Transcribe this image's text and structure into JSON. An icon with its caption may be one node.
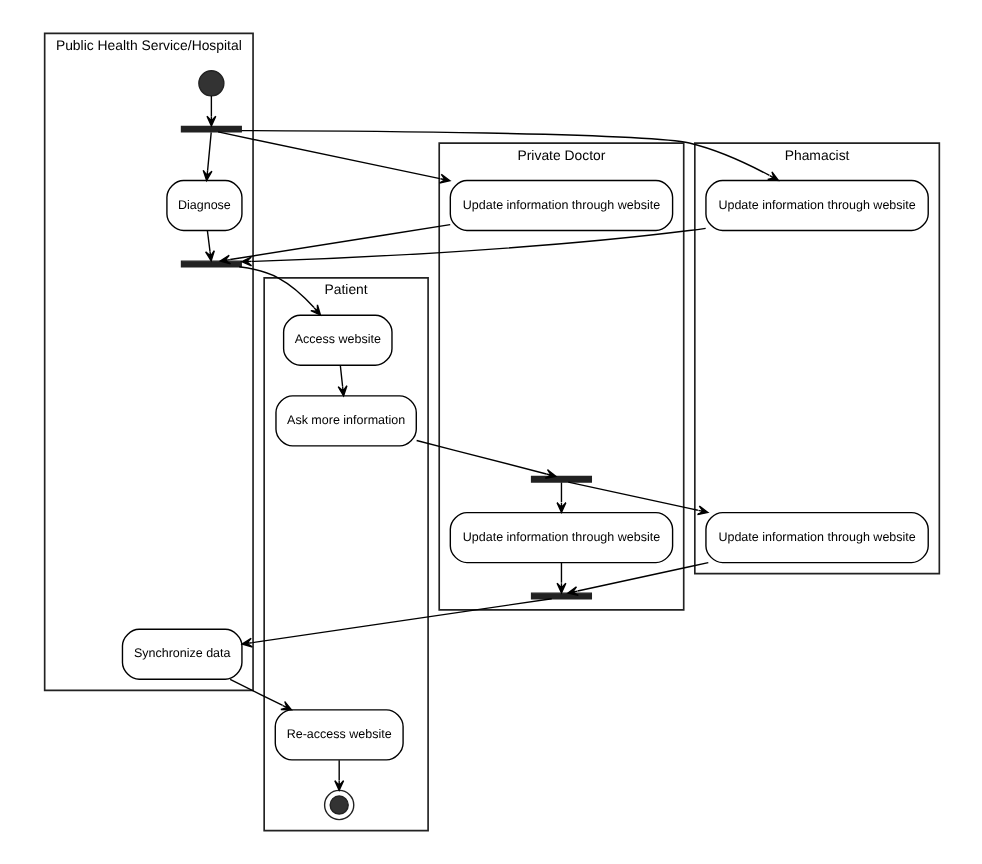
{
  "diagram": {
    "nodes": [
      {
        "text": [
          "Public Health Service/Hospital"
        ]
      },
      {
        "text": [
          "Private Doctor"
        ]
      },
      {
        "text": [
          "Phamacist"
        ]
      },
      {
        "text": [
          "Patient"
        ]
      },
      {
        "text": [],
        "shape": "circle",
        "in": 0
      },
      {
        "text": [],
        "shape": "bar",
        "in": 0
      },
      {
        "text": [
          "Diagnose"
        ],
        "in": 0
      },
      {
        "text": [
          "Update information through website"
        ],
        "in": 1
      },
      {
        "text": [
          "Update information through website"
        ],
        "in": 2
      },
      {
        "text": [],
        "shape": "bar",
        "in": 0
      },
      {
        "text": [
          "Access website"
        ],
        "in": 3
      },
      {
        "text": [
          "Ask more information"
        ],
        "in": 3
      },
      {
        "text": [],
        "shape": "bar",
        "in": 1
      },
      {
        "text": [
          "Update information through website"
        ],
        "in": 1
      },
      {
        "text": [
          "Update information through website"
        ],
        "in": 2
      },
      {
        "text": [],
        "shape": "bar",
        "in": 1
      },
      {
        "text": [
          "Synchronize data"
        ],
        "in": 0
      },
      {
        "text": [
          "Re-access website"
        ],
        "in": 3
      },
      {
        "text": [],
        "shape": "bullseye",
        "in": 3
      }
    ],
    "edges": [
      {
        "from": 4,
        "to": 5,
        "arrow": "to"
      },
      {
        "from": 5,
        "to": 6,
        "arrow": "to"
      },
      {
        "from": 5,
        "to": 7,
        "arrow": "to"
      },
      {
        "from": 5,
        "to": 8,
        "arrow": "to"
      },
      {
        "from": 6,
        "to": 9,
        "arrow": "to"
      },
      {
        "from": 7,
        "to": 9,
        "arrow": "to"
      },
      {
        "from": 8,
        "to": 9,
        "arrow": "to"
      },
      {
        "from": 9,
        "to": 10,
        "arrow": "to"
      },
      {
        "from": 10,
        "to": 11,
        "arrow": "to"
      },
      {
        "from": 11,
        "to": 12,
        "arrow": "to"
      },
      {
        "from": 12,
        "to": 13,
        "arrow": "to"
      },
      {
        "from": 12,
        "to": 14,
        "arrow": "to"
      },
      {
        "from": 13,
        "to": 15,
        "arrow": "to"
      },
      {
        "from": 14,
        "to": 15,
        "arrow": "to"
      },
      {
        "from": 15,
        "to": 16,
        "arrow": "to"
      },
      {
        "from": 16,
        "to": 17,
        "arrow": "to"
      },
      {
        "from": 17,
        "to": 18,
        "arrow": "to"
      }
    ]
  }
}
